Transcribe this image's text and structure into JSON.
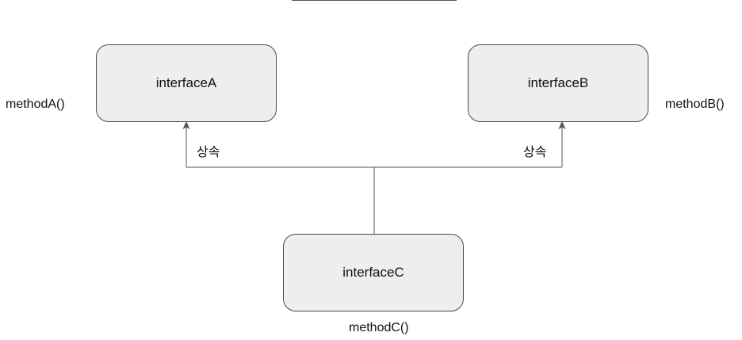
{
  "nodes": {
    "a": {
      "label": "interfaceA",
      "method": "methodA()"
    },
    "b": {
      "label": "interfaceB",
      "method": "methodB()"
    },
    "c": {
      "label": "interfaceC",
      "method": "methodC()"
    }
  },
  "edges": {
    "c_to_a": {
      "label": "상속"
    },
    "c_to_b": {
      "label": "상속"
    }
  },
  "colors": {
    "node_fill": "#eeeeee",
    "node_border": "#4a4a4a",
    "line": "#555555"
  }
}
